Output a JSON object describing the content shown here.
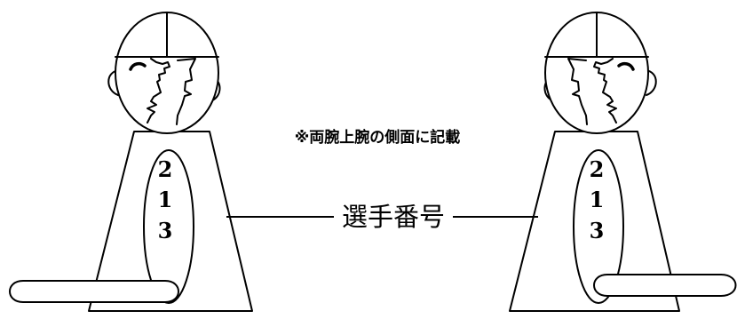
{
  "diagram": {
    "note": "※両腕上腕の側面に記載",
    "label": "選手番号",
    "left_player": {
      "digits": [
        "2",
        "1",
        "3"
      ]
    },
    "right_player": {
      "digits": [
        "2",
        "1",
        "3"
      ]
    },
    "colors": {
      "ink": "#000000",
      "paper": "#ffffff"
    }
  }
}
